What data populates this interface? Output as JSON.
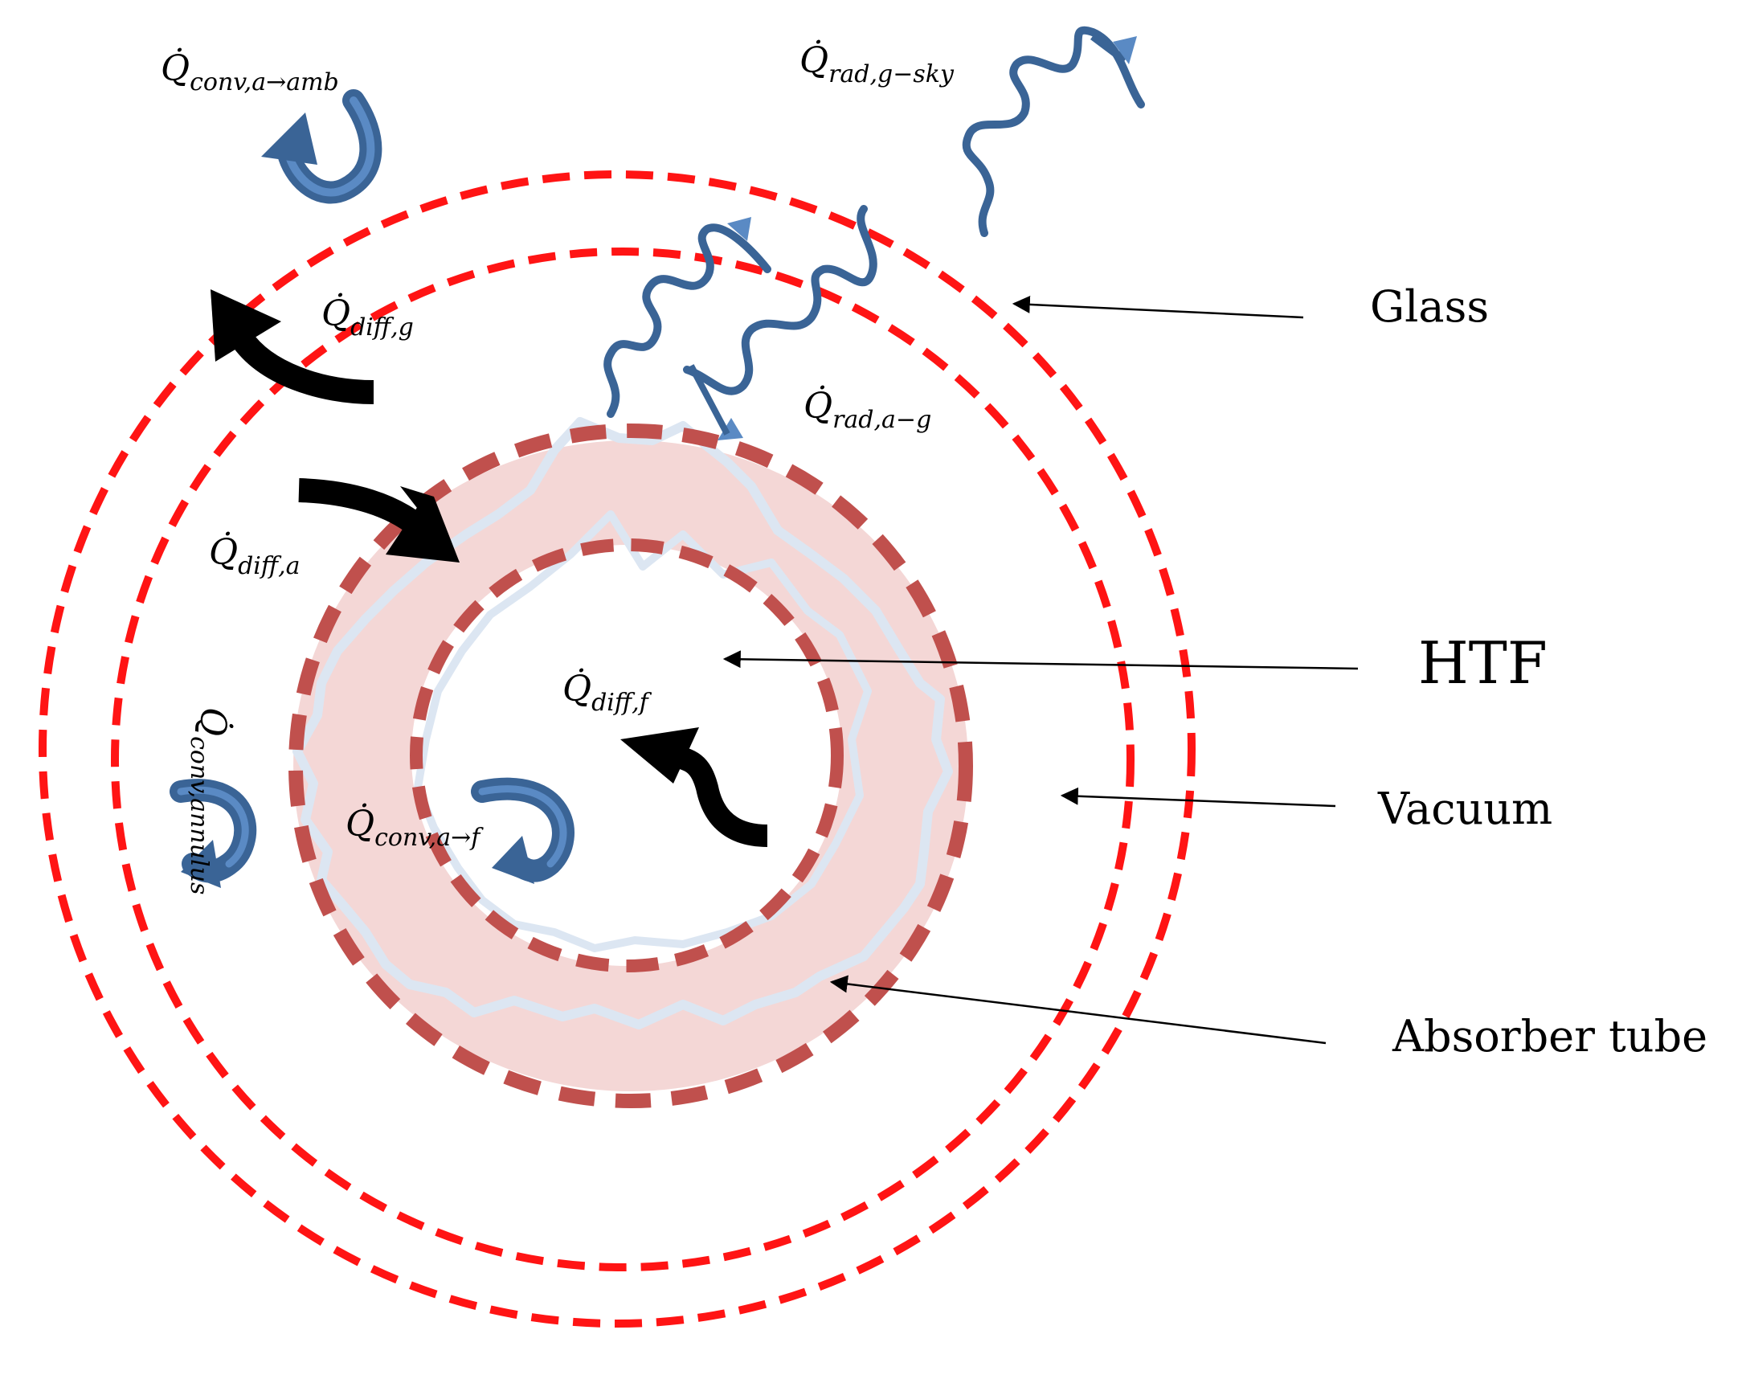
{
  "colors": {
    "glass_circle": "#ff1414",
    "absorber_circle": "#c0504d",
    "absorber_fill": "#f4d7d6",
    "absorber_outline": "#dce6f2",
    "convection_arrow": "#3a6496",
    "radiation_wave": "#3a6496",
    "diffusion_arrow": "#000000",
    "pointer_line": "#000000"
  },
  "icons": {
    "convection": "curved-blue-arrow-icon",
    "radiation": "wavy-line-arrow-icon",
    "diffusion": "curved-black-arrow-icon"
  },
  "regions": {
    "glass": "Glass",
    "htf": "HTF",
    "vacuum": "Vacuum",
    "absorber": "Absorber tube"
  },
  "heat_flows": {
    "conv_amb": {
      "symbol": "Q̇",
      "sub": "conv,a→amb"
    },
    "rad_sky": {
      "symbol": "Q̇",
      "sub": "rad,g−sky"
    },
    "diff_g": {
      "symbol": "Q̇",
      "sub": "diff,g"
    },
    "rad_ag": {
      "symbol": "Q̇",
      "sub": "rad,a−g"
    },
    "diff_a": {
      "symbol": "Q̇",
      "sub": "diff,a"
    },
    "diff_f": {
      "symbol": "Q̇",
      "sub": "diff,f"
    },
    "conv_af": {
      "symbol": "Q̇",
      "sub": "conv,a→f"
    },
    "conv_annulus": {
      "symbol": "Q̇",
      "sub": "conv,annulus"
    }
  }
}
